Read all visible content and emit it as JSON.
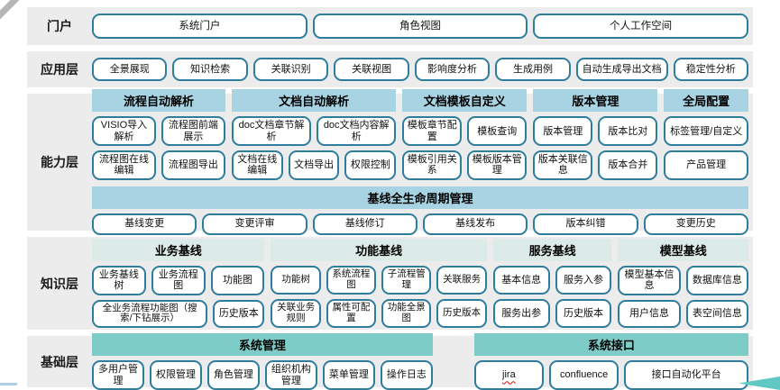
{
  "palette": {
    "band_bg": "#ececec",
    "pill_border": "#2e7d9d",
    "capability_header_bg": "#a7d3e2",
    "knowledge_header_bg": "#dcebe7",
    "base_header_bg": "#7dccc8",
    "arrow_teal": "#5fc8c3",
    "corner_gray": "#b6b6b6",
    "spellcheck_red": "#d93025"
  },
  "portal": {
    "label": "门户",
    "buttons": [
      "系统门户",
      "角色视图",
      "个人工作空间"
    ]
  },
  "application": {
    "label": "应用层",
    "buttons": [
      "全景展现",
      "知识检索",
      "关联识别",
      "关联视图",
      "影响度分析",
      "生成用例",
      "自动生成导出文档",
      "稳定性分析"
    ]
  },
  "capability": {
    "label": "能力层",
    "groups": [
      {
        "title": "流程自动解析",
        "rows": [
          [
            "VISIO导入解析",
            "流程图前端展示"
          ],
          [
            "流程图在线编辑",
            "流程图导出"
          ]
        ]
      },
      {
        "title": "文档自动解析",
        "rows": [
          [
            "doc文档章节解析",
            "doc文档内容解析"
          ],
          [
            "文档在线编辑",
            "文档导出",
            "权限控制"
          ]
        ]
      },
      {
        "title": "文档模板自定义",
        "rows": [
          [
            "模板章节配置",
            "模板查询"
          ],
          [
            "模板引用关系",
            "模板版本管理"
          ]
        ]
      },
      {
        "title": "版本管理",
        "rows": [
          [
            "版本管理",
            "版本比对"
          ],
          [
            "版本关联信息",
            "版本合并"
          ]
        ]
      },
      {
        "title": "全局配置",
        "rows": [
          [
            "标签管理/自定义"
          ],
          [
            "产品管理"
          ]
        ]
      }
    ],
    "baseline": {
      "title": "基线全生命周期管理",
      "buttons": [
        "基线变更",
        "变更评审",
        "基线修订",
        "基线发布",
        "版本纠错",
        "变更历史"
      ]
    }
  },
  "knowledge": {
    "label": "知识层",
    "groups": [
      {
        "title": "业务基线",
        "rows": [
          [
            "业务基线树",
            "业务流程图",
            "功能图"
          ],
          [
            "全业务流程功能图（搜索/下钻展示）",
            "历史版本"
          ]
        ]
      },
      {
        "title": "功能基线",
        "rows": [
          [
            "功能树",
            "系统流程图",
            "子流程管理",
            "关联服务"
          ],
          [
            "关联业务规则",
            "属性可配置",
            "功能全景图",
            "历史版本"
          ]
        ]
      },
      {
        "title": "服务基线",
        "rows": [
          [
            "基本信息",
            "服务入参"
          ],
          [
            "服务出参",
            "历史版本"
          ]
        ]
      },
      {
        "title": "模型基线",
        "rows": [
          [
            "模型基本信息",
            "数据库信息"
          ],
          [
            "用户信息",
            "表空间信息"
          ]
        ]
      }
    ]
  },
  "base": {
    "label": "基础层",
    "spellcheck_underline": "jira",
    "groups": [
      {
        "title": "系统管理",
        "rows": [
          [
            "多用户管理",
            "权限管理",
            "角色管理",
            "组织机构管理",
            "菜单管理",
            "操作日志"
          ]
        ]
      },
      {
        "title": "系统接口",
        "rows": [
          [
            "jira",
            "confluence",
            "接口自动化平台"
          ]
        ]
      }
    ]
  }
}
